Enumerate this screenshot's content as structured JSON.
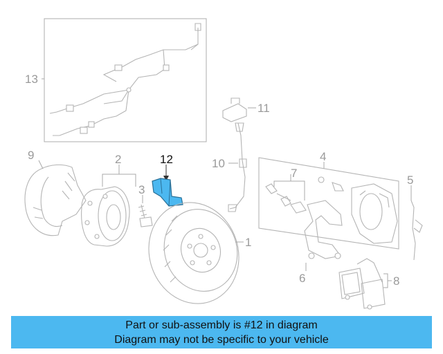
{
  "callouts": {
    "c1": "1",
    "c2": "2",
    "c3": "3",
    "c4": "4",
    "c5": "5",
    "c6": "6",
    "c7": "7",
    "c8": "8",
    "c9": "9",
    "c10": "10",
    "c11": "11",
    "c12": "12",
    "c13": "13"
  },
  "highlighted_part": "12",
  "colors": {
    "highlight": "#4cb8f0",
    "line_art": "#b4b4b4",
    "banner": "#4cb8f0"
  },
  "banner": {
    "line1": "Part or sub-assembly is #12 in diagram",
    "line2": "Diagram may not be specific to your vehicle"
  }
}
